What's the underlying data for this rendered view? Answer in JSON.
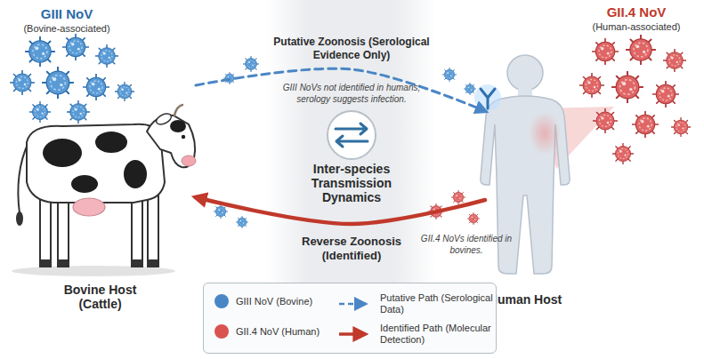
{
  "diagram": {
    "nodes": [
      {
        "text": [
          "Bovine Host (Cattle)"
        ]
      },
      {
        "text": [
          "Human Host"
        ]
      },
      {
        "text": [
          "Inter-species Transmission Dynamics"
        ]
      }
    ],
    "edges": [
      {
        "from": 0,
        "to": 1,
        "arrow": "to",
        "label": "Putative Zoonosis (Serological Evidence Only)"
      },
      {
        "from": 1,
        "to": 0,
        "arrow": "to",
        "label": "Reverse Zoonosis (Identified)"
      }
    ],
    "labels": [
      "GIII NoV",
      "(Bovine-associated)",
      "GII.4 NoV",
      "(Human-associated)",
      "GIII NoVs not identified in humans; serology suggests infection.",
      "GII.4 NoVs identified in bovines."
    ],
    "legend": [
      {
        "text": "GIII NoV (Bovine)",
        "color": "#4a86c5"
      },
      {
        "text": "Putative Path (Serological Data)"
      },
      {
        "text": "GII.4 NoV (Human)",
        "color": "#d9534f"
      },
      {
        "text": "Identified Path (Molecular Detection)"
      }
    ]
  }
}
